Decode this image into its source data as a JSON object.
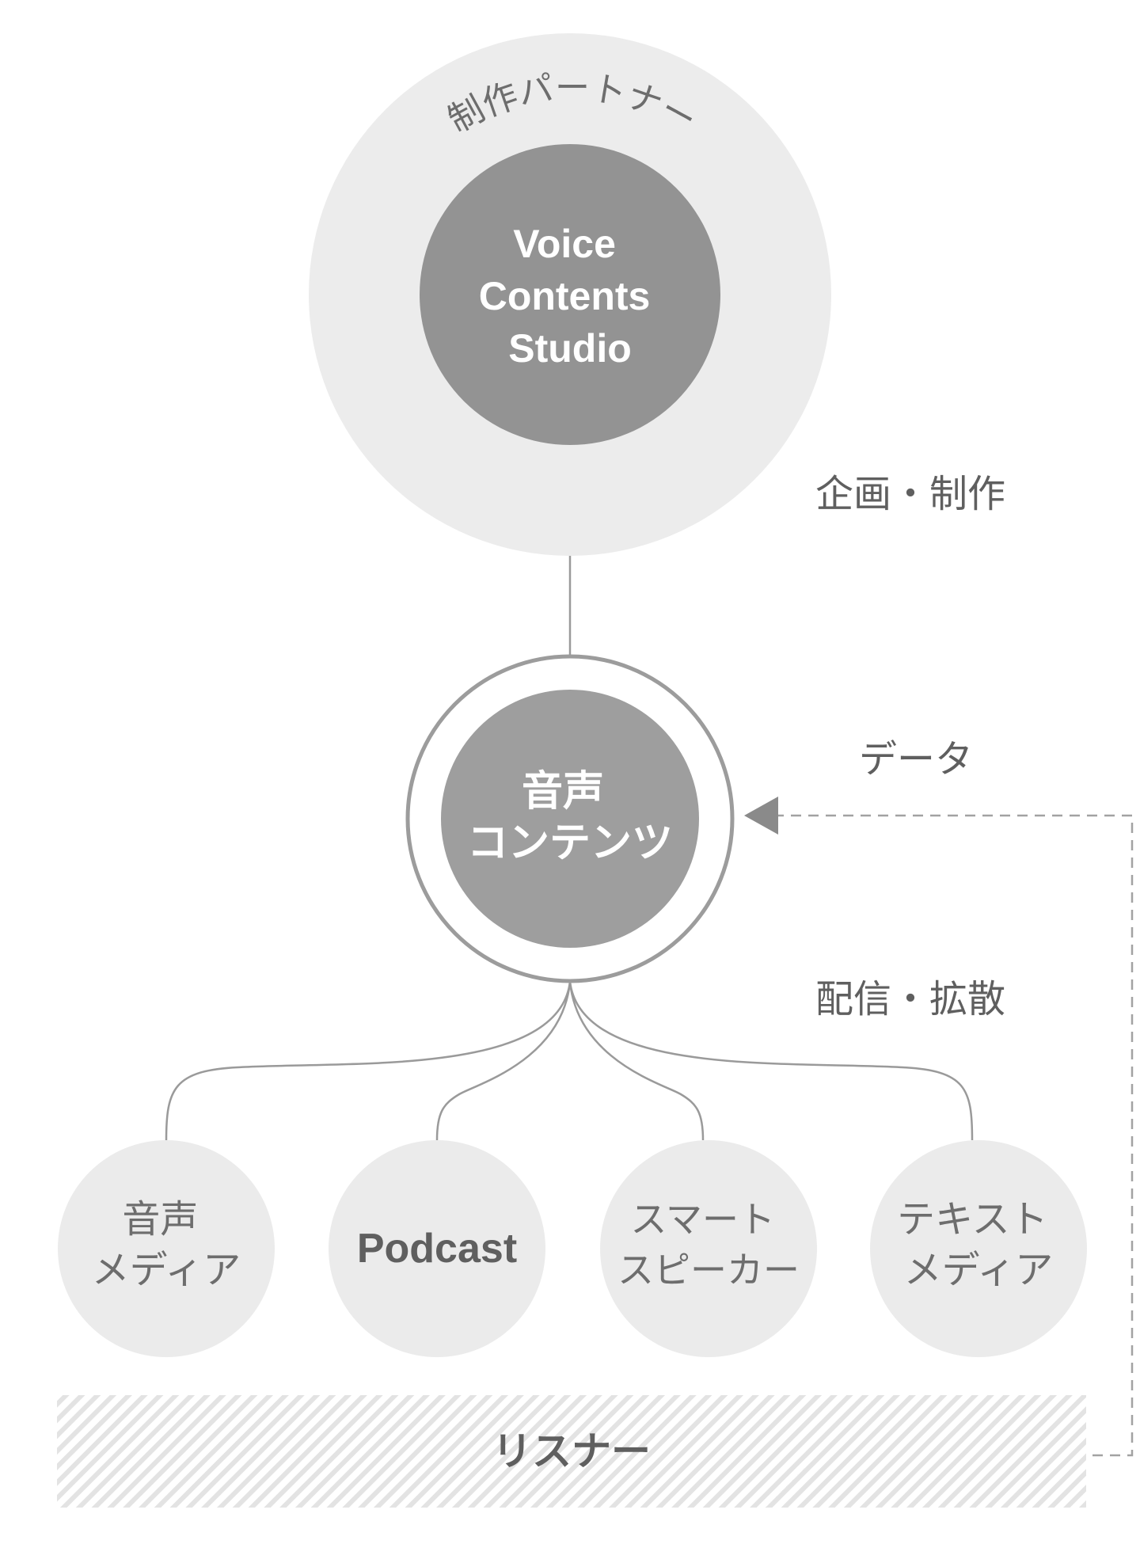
{
  "partner": {
    "arc_label": "制作パートナー",
    "studio_lines": [
      "Voice",
      "Contents",
      "Studio"
    ]
  },
  "core": {
    "lines": [
      "音声",
      "コンテンツ"
    ]
  },
  "edges": {
    "planning": "企画・制作",
    "data": "データ",
    "distribution": "配信・拡散"
  },
  "channels": [
    {
      "lines": [
        "音声",
        "メディア"
      ]
    },
    {
      "lines": [
        "Podcast"
      ]
    },
    {
      "lines": [
        "スマート",
        "スピーカー"
      ]
    },
    {
      "lines": [
        "テキスト",
        "メディア"
      ]
    }
  ],
  "listener": {
    "label": "リスナー"
  }
}
